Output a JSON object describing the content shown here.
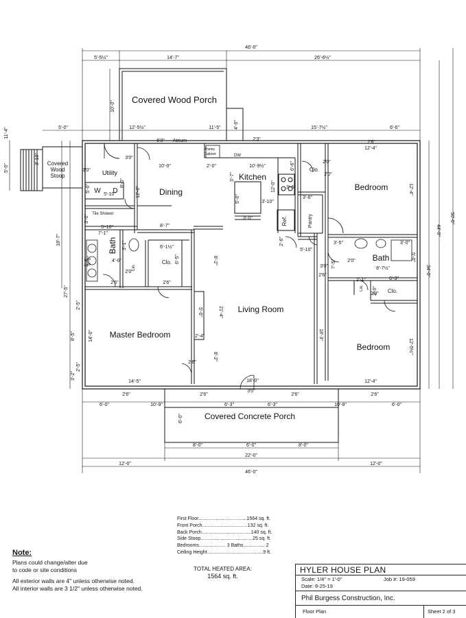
{
  "rooms": {
    "covered_wood_porch": "Covered Wood Porch",
    "covered_wood_stoop": [
      "Covered",
      "Wood",
      "Stoop"
    ],
    "utility": "Utility",
    "dining": "Dining",
    "kitchen": "Kitchen",
    "bedroom_ne": "Bedroom",
    "bath_main": "Bath",
    "bath_master": "Bath",
    "living_room": "Living Room",
    "master_bedroom": "Master Bedroom",
    "bedroom_se": "Bedroom",
    "covered_concrete_porch": "Covered Concrete Porch",
    "tile_shower": "Tile Shower",
    "pantry": "Pantry",
    "ref": "Ref.",
    "pantry_cabinet": [
      "Pantry",
      "Cabinet"
    ],
    "dw": "DW",
    "atrium": "Atrium",
    "closets": [
      "Clo.",
      "Clo.",
      "Clo."
    ],
    "lin": [
      "Lin.",
      "Lin."
    ],
    "wd": [
      "W",
      "D"
    ]
  },
  "dims": {
    "top_overall": "46'-0\"",
    "top_left": "5'-5½\"",
    "top_mid": "14'-7\"",
    "top_right": "26'-6½\"",
    "row2": [
      "5'-0\"",
      "12'-5½\"",
      "11'-5\"",
      "15'-7½\"",
      "6'-6\""
    ],
    "bottom_row1": [
      "6'-0\"",
      "10'-9\"",
      "6'-3\"",
      "6'-3\"",
      "10'-9\"",
      "6'-0\""
    ],
    "bottom_row2": [
      "8'-0\"",
      "6'-0\"",
      "8'-0\""
    ],
    "bottom_22": "22'-0\"",
    "bottom_12l": "12'-0\"",
    "bottom_12r": "12'-0\"",
    "bottom_46": "46'-0\"",
    "right_44": "44'-0\"",
    "right_50": "50'-0\"",
    "right_34": "34'-0\"",
    "left_18": "18'-7\"",
    "left_27": "27'-5\"",
    "left_5": "5'-0\"",
    "left_3": "3'-10\"",
    "left_11": "11'-4\"",
    "porch_10": "10'-0\"",
    "porch_4": "4'-0\"",
    "interior": {
      "dining_w": "10'-0\"",
      "dining_h": "12'-0\"",
      "kitchen_w": "10'-9½\"",
      "kitchen_h": "12'-0\"",
      "bed_ne_w": "12'-4\"",
      "bed_ne_h": "12'-4\"",
      "living_w": "18'-0\"",
      "living_h": "21'-4\"",
      "master_w": "14'-5\"",
      "master_h": "14'-0\"",
      "bed_se_w": "12'-4\"",
      "bed_se_h": "12'-5½\"",
      "island_w": "3'-0\"",
      "island_h": "5'-0\"",
      "island_gap": "3'-10\"",
      "bath_w": "8'-7½\"",
      "hall_w": "8'-7\"",
      "hall_510": "5'-10\"",
      "kit_510": "5'-10\"",
      "d_2_0": "2'-0\"",
      "d_3_7": "3'-7\"",
      "d_3_6a": "3'-6\"",
      "d_3_6b": "3'-6\"",
      "d_6_6": "6'-6\"",
      "d_2_6": "2'-6\"",
      "d_3_5": "3'-5\"",
      "d_3_0": "3'-0\"",
      "d_6_3": "6'-3\"",
      "d_2_1": "2'-1\"",
      "d_7_1": "7'-1\"",
      "d_4_0": "4'-0\"",
      "d_6_0": "6'-0\"",
      "d_6_1": "6'-1½\"",
      "d_5_10": "5'-10\"",
      "d_3_1": "3'-1\"",
      "d_8_2a": "8'-2\"",
      "d_8_2b": "8'-2\"",
      "d_2_4": "2'-4\"",
      "d_5_0": "5'-0\"",
      "d_8_5": "8'-5\"",
      "d_3_2": "3'-2\"",
      "d_2_5a": "2'-5\"",
      "d_2_5b": "2'-5\"",
      "d_5_0r": "5'-0\"",
      "d_18_3": "18'-3\"",
      "d_3_0b": "3'-0\"",
      "d_6_5": "6'-5\"",
      "d_7_5": "7'-5\"",
      "d_8_0": "8'-0\"",
      "d_3_6c": "3'-6\"",
      "d_5_0u": "5'-0\"",
      "d_6_0c": "6'-0\"",
      "d_3_0u": "3'-0\""
    },
    "doors": {
      "atrium": "6'0\"",
      "d_2_6_top": "2'6\"",
      "d_2_3": "2'3\"",
      "front": "3'0\"",
      "d_2_6_a": "2'6\"",
      "d_2_6_b": "2'6\"",
      "d_2_6_c": "2'6\"",
      "d_2_6_d": "2'6\"",
      "d_3_0_util": "3'0\"",
      "d_3_0_dining": "3'0\"",
      "d_2_0_a": "2'0\"",
      "d_2_0_b": "2'0\"",
      "d_2_6_m": "2'6\"",
      "d_2_6_n": "2'6\"",
      "d_2_0_c": "2'0\"",
      "d_2_6_p": "2'6\"",
      "d_3_0_bath": "3'0\"",
      "d_2_0_d": "2'0\"",
      "d_2_0_e": "2'0\"",
      "d_2_6_q": "2'6\""
    }
  },
  "stats": [
    {
      "label": "First Floor",
      "value": "1564 sq. ft."
    },
    {
      "label": "Front Porch",
      "value": "132 sq. ft."
    },
    {
      "label": "Back Porch",
      "value": "140 sq. ft."
    },
    {
      "label": "Side Stoop",
      "value": "25 sq. ft."
    },
    {
      "label": "Bedrooms",
      "value": "3   Baths",
      "extra": "2"
    },
    {
      "label": "Ceiling Height",
      "value": "9 ft."
    }
  ],
  "heated": {
    "label": "TOTAL HEATED AREA:",
    "value": "1564 sq. ft."
  },
  "note": {
    "title": "Note:",
    "lines": [
      "Plans could change/alter due",
      "to code or site conditions",
      "All exterior walls are 4\" unless otherwise noted.",
      "All interior walls are 3 1/2\" unless otherwise noted."
    ]
  },
  "title_block": {
    "title": "HYLER HOUSE PLAN",
    "scale": "Scale: 1/4\" = 1'-0\"",
    "job": "Job #: 19-059",
    "date": "Date: 8-25-19",
    "company": "Phil Burgess Construction, Inc.",
    "sheet_name": "Floor Plan",
    "sheet_no": "Sheet 2 of 3"
  }
}
